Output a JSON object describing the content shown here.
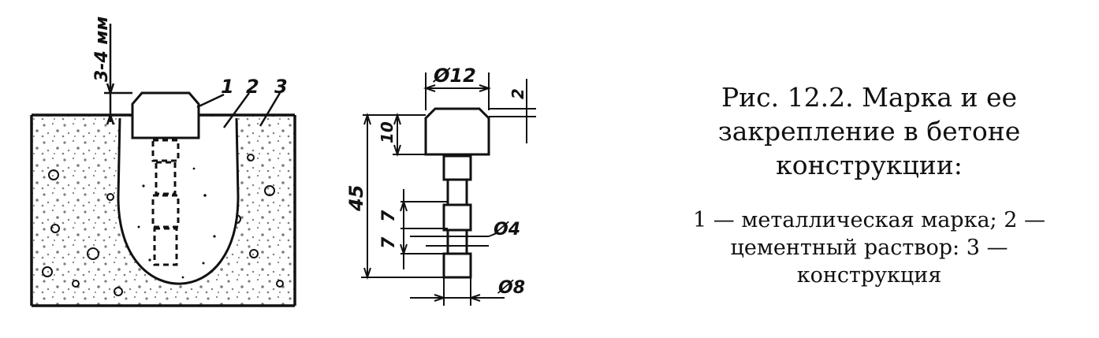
{
  "figure": {
    "dim_left": "3-4 мм",
    "callouts": [
      "1",
      "2",
      "3"
    ],
    "dims": {
      "d12": "Ø12",
      "h2": "2",
      "h10": "10",
      "h45": "45",
      "h7a": "7",
      "h7b": "7",
      "d4": "Ø4",
      "d8": "Ø8"
    }
  },
  "caption": {
    "title": "Рис. 12.2. Марка и ее закрепление в бетоне конструкции:",
    "legend": "1 — металлическая марка; 2 — цементный раствор: 3 — конструкция"
  },
  "colors": {
    "ink": "#111111",
    "paper": "#ffffff"
  }
}
